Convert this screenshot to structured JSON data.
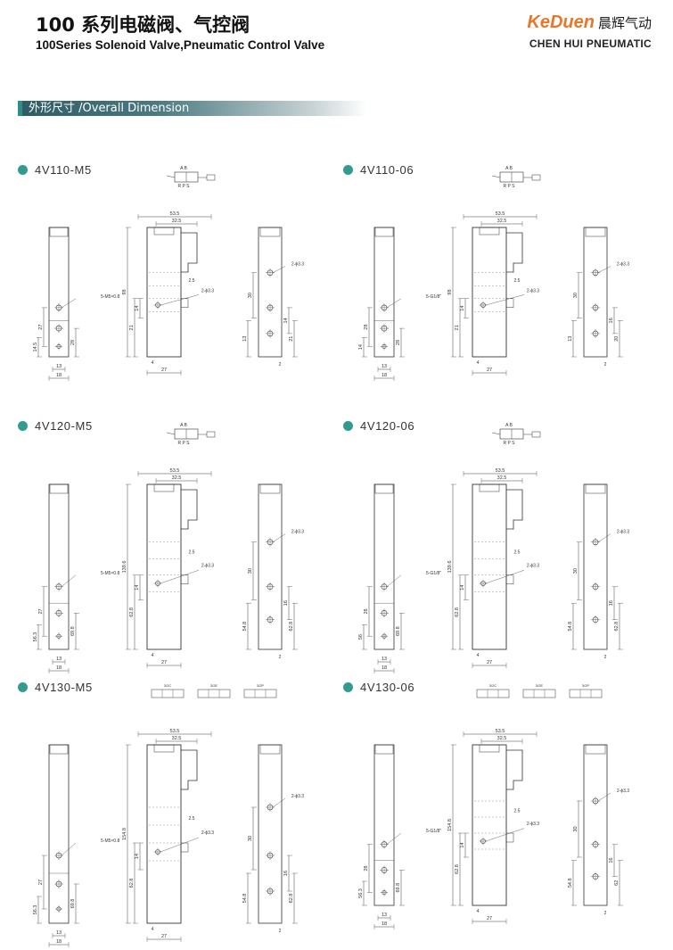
{
  "header": {
    "title_cn": "100 系列电磁阀、气控阀",
    "title_en": "100Series Solenoid Valve,Pneumatic Control Valve"
  },
  "logo": {
    "brand": "KeDuen",
    "brand_cn": "晨辉气动",
    "subtitle": "CHEN HUI PNEUMATIC",
    "accent_color": "#e8772a"
  },
  "section": {
    "title": "外形尺寸 /Overall Dimension",
    "bar_color": "#2f5b64"
  },
  "symbol_labels": {
    "ports_top": "A  B",
    "ports_bottom": "R  P  S"
  },
  "models": [
    {
      "name": "4V110-M5",
      "port": "5-M5×0.8",
      "hole": "2-ϕ3.3",
      "w_top": "53.5",
      "w_mid": "32.5",
      "height": "98",
      "d1": "27",
      "d2": "14.5",
      "d3": "28",
      "b1": "13",
      "b2": "18",
      "s1": "2.5",
      "s2": "14",
      "s3": "21",
      "s4": "4",
      "s5": "27",
      "r1": "30",
      "r2": "14",
      "r3": "13",
      "r4": "21",
      "r5": "2"
    },
    {
      "name": "4V110-06",
      "port": "5-G1/8\"",
      "hole": "2-ϕ3.3",
      "w_top": "53.5",
      "w_mid": "32.5",
      "height": "98",
      "d1": "28",
      "d2": "14",
      "d3": "28",
      "b1": "13",
      "b2": "18",
      "s1": "2.5",
      "s2": "14",
      "s3": "21",
      "s4": "4",
      "s5": "27",
      "r1": "30",
      "r2": "16",
      "r3": "13",
      "r4": "20",
      "r5": "2"
    },
    {
      "name": "4V120-M5",
      "port": "5-M5×0.8",
      "hole": "2-ϕ3.3",
      "w_top": "53.5",
      "w_mid": "32.5",
      "height": "139.6",
      "d1": "27",
      "d2": "56.3",
      "d3": "69.8",
      "b1": "13",
      "b2": "18",
      "s1": "2.5",
      "s2": "14",
      "s3": "62.8",
      "s4": "4",
      "s5": "27",
      "r1": "30",
      "r2": "16",
      "r3": "54.8",
      "r4": "62.8",
      "r5": "2"
    },
    {
      "name": "4V120-06",
      "port": "5-G1/8\"",
      "hole": "2-ϕ3.3",
      "w_top": "53.5",
      "w_mid": "32.5",
      "height": "139.6",
      "d1": "28",
      "d2": "56",
      "d3": "69.8",
      "b1": "13",
      "b2": "18",
      "s1": "2.5",
      "s2": "14",
      "s3": "62.8",
      "s4": "4",
      "s5": "27",
      "r1": "30",
      "r2": "16",
      "r3": "54.8",
      "r4": "62.8",
      "r5": "2"
    },
    {
      "name": "4V130-M5",
      "port": "5-M5×0.8",
      "hole": "2-ϕ3.3",
      "w_top": "53.5",
      "w_mid": "32.5",
      "height": "154.8",
      "d1": "27",
      "d2": "56.3",
      "d3": "69.8",
      "b1": "13",
      "b2": "18",
      "s1": "2.5",
      "s2": "14",
      "s3": "62.8",
      "s4": "4",
      "s5": "27",
      "r1": "30",
      "r2": "16",
      "r3": "54.8",
      "r4": "62.8",
      "r5": "2"
    },
    {
      "name": "4V130-06",
      "port": "5-G1/8\"",
      "hole": "2-ϕ3.3",
      "w_top": "53.5",
      "w_mid": "32.5",
      "height": "154.8",
      "d1": "28",
      "d2": "56.3",
      "d3": "69.8",
      "b1": "13",
      "b2": "18",
      "s1": "2.5",
      "s2": "14",
      "s3": "62.8",
      "s4": "4",
      "s5": "27",
      "r1": "30",
      "r2": "16",
      "r3": "54.8",
      "r4": "62",
      "r5": "2"
    }
  ],
  "symbol_130": {
    "labels": [
      "3/2C",
      "3/2E",
      "3/2P"
    ]
  }
}
